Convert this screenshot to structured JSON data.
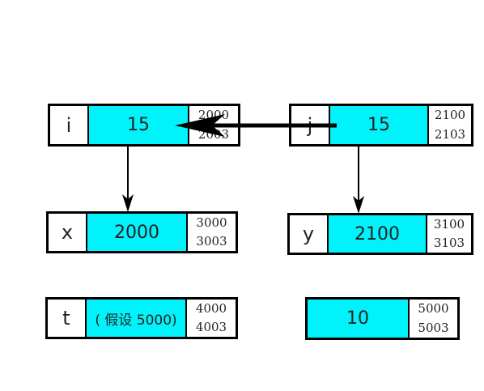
{
  "boxes": {
    "i": {
      "name": "i",
      "value": "15",
      "addr_start": "2000",
      "addr_end": "2003"
    },
    "j": {
      "name": "j",
      "value": "15",
      "addr_start": "2100",
      "addr_end": "2103"
    },
    "x": {
      "name": "x",
      "value": "2000",
      "addr_start": "3000",
      "addr_end": "3003"
    },
    "y": {
      "name": "y",
      "value": "2100",
      "addr_start": "3100",
      "addr_end": "3103"
    },
    "t": {
      "name": "t",
      "value": "( 假设 5000)",
      "addr_start": "4000",
      "addr_end": "4003"
    },
    "anon": {
      "value": "10",
      "addr_start": "5000",
      "addr_end": "5003"
    }
  },
  "colors": {
    "value_fill": "#00f3fa",
    "border": "#000000"
  }
}
